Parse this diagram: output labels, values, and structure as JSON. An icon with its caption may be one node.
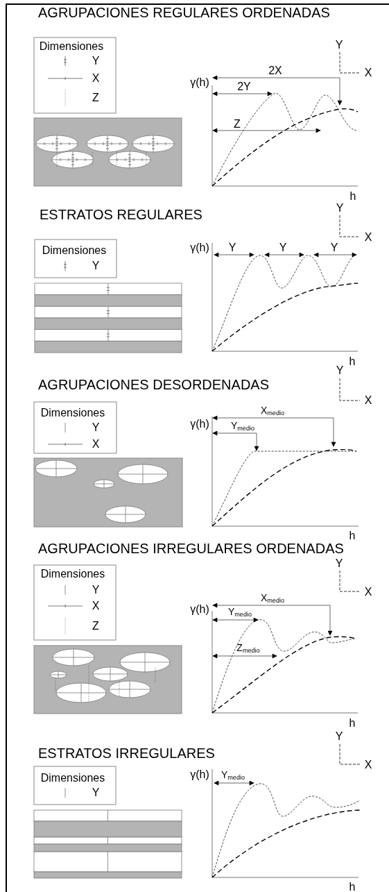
{
  "diagram": {
    "labels": [
      "AGRUPACIONES REGULARES ORDENADAS",
      "Dimensiones",
      "Y",
      "2X",
      "X",
      "γ(h)",
      "2Y",
      "Z",
      "h",
      "ESTRATOS REGULARES",
      "Y",
      "X",
      "Dimensiones",
      "γ(h)",
      "Y",
      "Y",
      "Y",
      "h",
      "Y",
      "AGRUPACIONES DESORDENADAS",
      "X",
      "Dimensiones",
      "X$_{medio}$",
      "γ(h)",
      "Y$_{medio}$",
      "h",
      "AGRUPACIONES IRREGULARES ORDENADAS",
      "Y",
      "Dimensiones",
      "X",
      "X$_{medio}$",
      "γ(h)",
      "Y$_{medio}$",
      "Z$_{medio}$",
      "h",
      "Y",
      "ESTRATOS IRREGULARES",
      "X",
      "Dimensiones",
      "γ(h)",
      "Y$_{medio}$",
      "h"
    ],
    "legend": [
      {
        "text": "Y"
      },
      {
        "text": "X"
      },
      {
        "text": "Z"
      },
      {
        "text": "Y"
      },
      {
        "text": "Y"
      },
      {
        "text": "X"
      },
      {
        "text": "Y"
      },
      {
        "text": "X"
      },
      {
        "text": "Z"
      },
      {
        "text": "Y"
      }
    ]
  }
}
